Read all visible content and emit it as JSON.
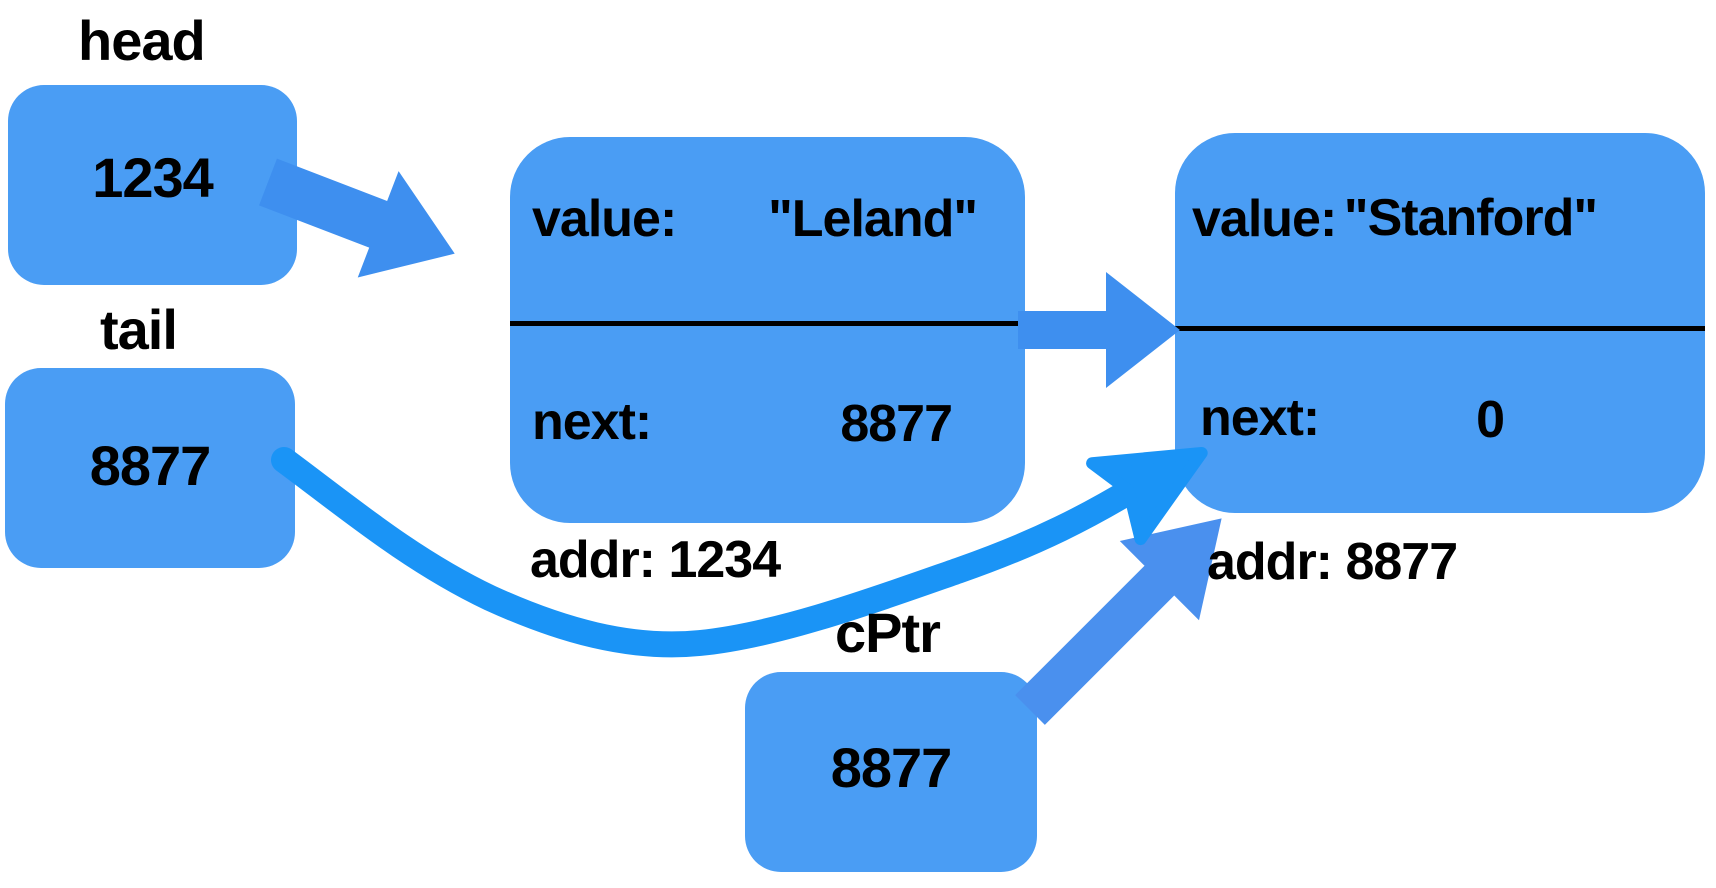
{
  "diagram": {
    "description": "Linked list diagram with head, tail and cPtr pointers referencing two list cells",
    "pointers": {
      "head": {
        "label": "head",
        "value": "1234"
      },
      "tail": {
        "label": "tail",
        "value": "8877"
      },
      "cptr": {
        "label": "cPtr",
        "value": "8877"
      }
    },
    "nodes": {
      "leland": {
        "field1_label": "value:",
        "field1_value": "\"Leland\"",
        "field2_label": "next:",
        "field2_value": "8877",
        "addr_caption": "addr: 1234"
      },
      "stanford": {
        "field1_label": "value:",
        "field1_value": "\"Stanford\"",
        "field2_label": "next:",
        "field2_value": "0",
        "addr_caption": "addr: 8877"
      }
    },
    "colors": {
      "box_fill": "#4a9df4",
      "block_arrow_fill": "#3e8fef",
      "cptr_arrow_fill": "#4a90ee",
      "drawn_arrow_stroke": "#1a94f6",
      "divider_color": "#000000",
      "text_color": "#000000",
      "background": "#ffffff"
    }
  }
}
